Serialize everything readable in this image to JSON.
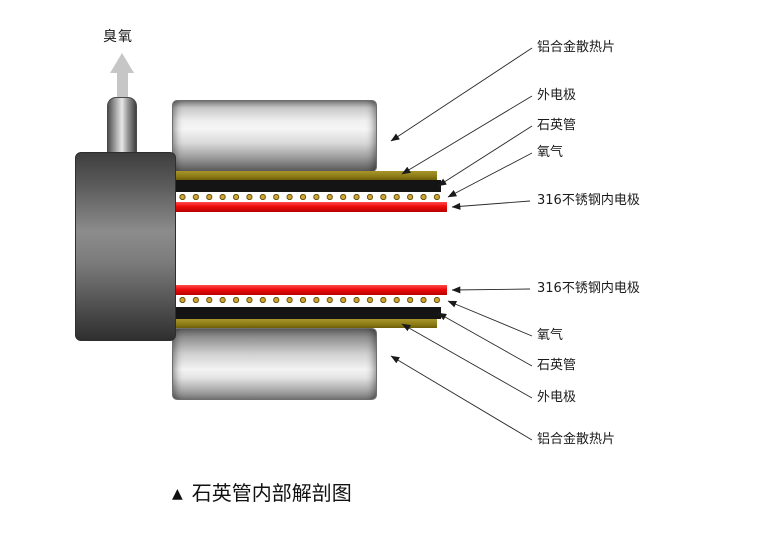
{
  "diagram": {
    "ozone_label": "臭氧",
    "callouts": [
      "铝合金散热片",
      "外电极",
      "石英管",
      "氧气",
      "316不锈钢内电极",
      "316不锈钢内电极",
      "氧气",
      "石英管",
      "外电极",
      "铝合金散热片"
    ],
    "caption": {
      "marker": "▲",
      "text": "石英管内部解剖图"
    },
    "colors": {
      "inner_electrode": "#ed0b0b",
      "quartz_tube": "#141414",
      "outer_electrode": "#8e7d16",
      "oxygen_dot": "#d2a432",
      "flow_arrow": "#c6c6c6"
    }
  }
}
